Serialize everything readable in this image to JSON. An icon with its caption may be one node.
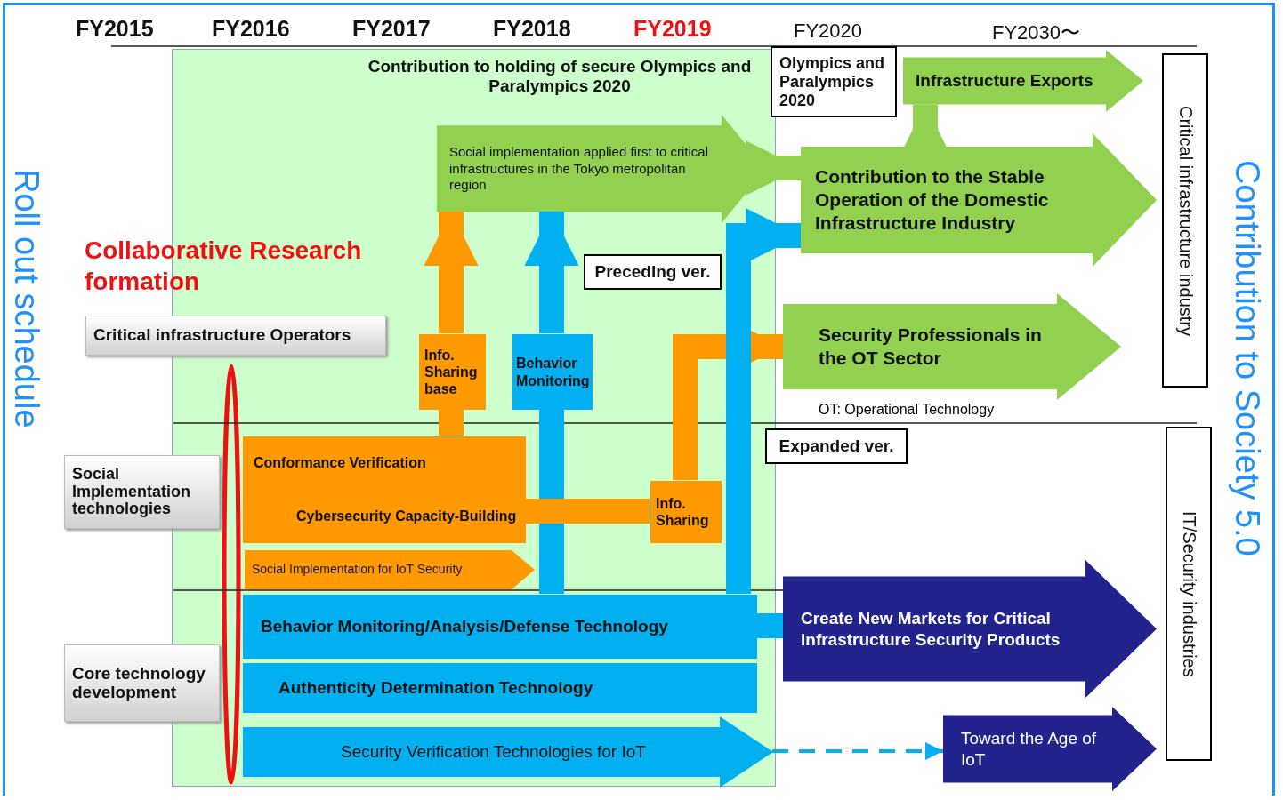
{
  "diagram": {
    "nodes": [
      {
        "text": [
          "Contribution to holding of secure Olympics and Paralympics 2020"
        ]
      },
      {
        "text": [
          "Olympics and Paralympics 2020"
        ]
      },
      {
        "text": [
          "Infrastructure Exports"
        ]
      },
      {
        "text": [
          "Critical infrastructure industry"
        ]
      },
      {
        "text": [
          "Social implementation applied first to critical infrastructures in the Tokyo metropolitan region"
        ],
        "in": 0
      },
      {
        "text": [
          "Contribution to the Stable Operation of the Domestic Infrastructure Industry"
        ]
      },
      {
        "text": [
          "Critical infrastructure Operators"
        ]
      },
      {
        "text": [
          "Preceding ver."
        ],
        "in": 0
      },
      {
        "text": [
          "Info. Sharing base"
        ],
        "in": 0
      },
      {
        "text": [
          "Behavior Monitoring"
        ],
        "in": 0
      },
      {
        "text": [
          "Security Professionals in the OT Sector"
        ],
        "beside": [
          "OT: Operational Technology"
        ]
      },
      {
        "text": [
          "Expanded ver."
        ]
      },
      {
        "text": [
          "Conformance Verification",
          "Cybersecurity Capacity-Building"
        ],
        "in": 0
      },
      {
        "text": [
          "Social Implementation technologies"
        ]
      },
      {
        "text": [
          "Info. Sharing"
        ],
        "in": 0
      },
      {
        "text": [
          "Social Implementation for IoT Security"
        ],
        "in": 0
      },
      {
        "text": [
          "Behavior Monitoring/Analysis/Defense Technology"
        ],
        "in": 0
      },
      {
        "text": [
          "Create New Markets for Critical Infrastructure Security Products"
        ]
      },
      {
        "text": [
          "IT/Security industries"
        ]
      },
      {
        "text": [
          "Core technology development"
        ]
      },
      {
        "text": [
          "Authenticity Determination Technology"
        ],
        "in": 0
      },
      {
        "text": [
          "Security Verification Technologies for IoT"
        ],
        "in": 0
      },
      {
        "text": [
          "Toward the Age of IoT"
        ]
      },
      {
        "text": [],
        "shape": "ellipse",
        "in": 0
      }
    ],
    "edges": [
      {
        "from": 12,
        "to": 8,
        "arrow": "none",
        "color": "#ff9900"
      },
      {
        "from": 8,
        "to": 4,
        "arrow": "to",
        "color": "#ff9900"
      },
      {
        "from": 16,
        "to": 9,
        "arrow": "none"
      },
      {
        "from": 9,
        "to": 4,
        "arrow": "to"
      },
      {
        "from": 12,
        "to": 14,
        "arrow": "none",
        "color": "#ff9900"
      },
      {
        "from": 14,
        "to": 10,
        "arrow": "to",
        "color": "#ff9900"
      },
      {
        "from": 16,
        "to": 5,
        "arrow": "to"
      },
      {
        "from": 4,
        "to": 5,
        "arrow": "to",
        "color": "#92d050"
      },
      {
        "from": 5,
        "to": 2,
        "arrow": "to",
        "color": "#92d050"
      },
      {
        "from": 16,
        "to": 17,
        "arrow": "to"
      },
      {
        "from": 21,
        "to": 22,
        "arrow": "to",
        "style": "dashed"
      }
    ],
    "labels": [
      "FY2015",
      "FY2016",
      "FY2017",
      "FY2018",
      "FY2019",
      "FY2020",
      "FY2030〜",
      "Roll out schedule",
      "Collaborative  Research formation",
      "Contribution to Society 5.0"
    ]
  }
}
